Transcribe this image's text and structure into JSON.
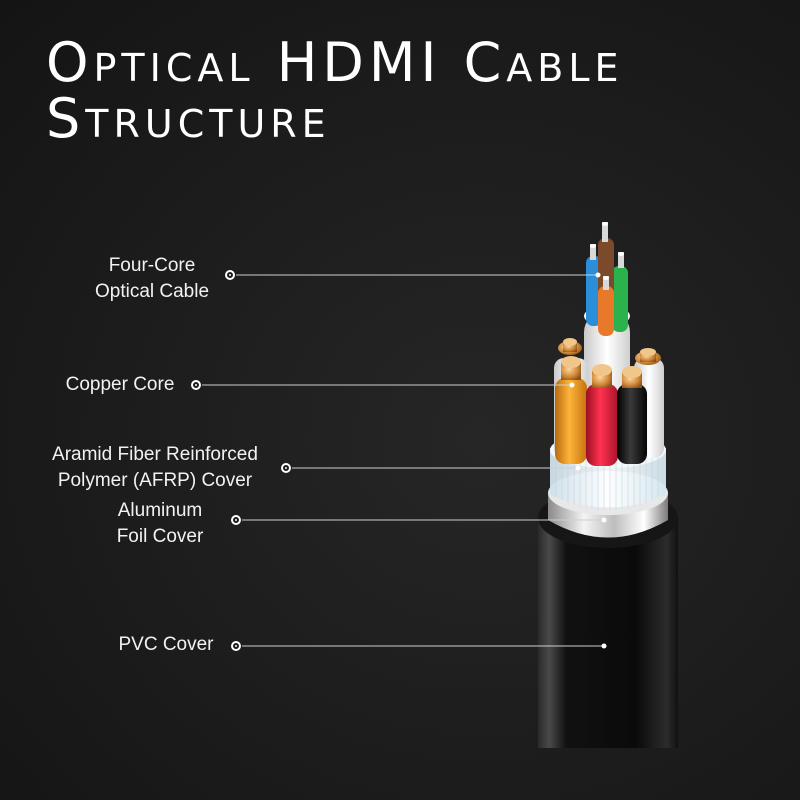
{
  "title": {
    "line1": "Optical HDMI Cable",
    "line2": "Structure"
  },
  "labels": {
    "four_core": {
      "line1": "Four-Core",
      "line2": "Optical Cable"
    },
    "copper_core": {
      "line1": "Copper Core"
    },
    "aramid": {
      "line1": "Aramid Fiber Reinforced",
      "line2": "Polymer (AFRP) Cover"
    },
    "aluminum": {
      "line1": "Aluminum",
      "line2": "Foil Cover"
    },
    "pvc": {
      "line1": "PVC Cover"
    }
  },
  "colors": {
    "background": "#1b1b1b",
    "pvc_jacket": "#0d0d0d",
    "aluminum_foil": "#d9d9d9",
    "aramid_layer": "#eef4f8",
    "copper": "#d08a3a",
    "wire_orange": "#f0a030",
    "wire_red": "#e01f3a",
    "wire_black": "#1a1a1a",
    "wire_white": "#f4f4f4",
    "fiber_blue": "#2a8fd8",
    "fiber_green": "#2bb24c",
    "fiber_orange": "#e8782a",
    "fiber_brown": "#7a4a2a",
    "text": "#ffffff"
  }
}
